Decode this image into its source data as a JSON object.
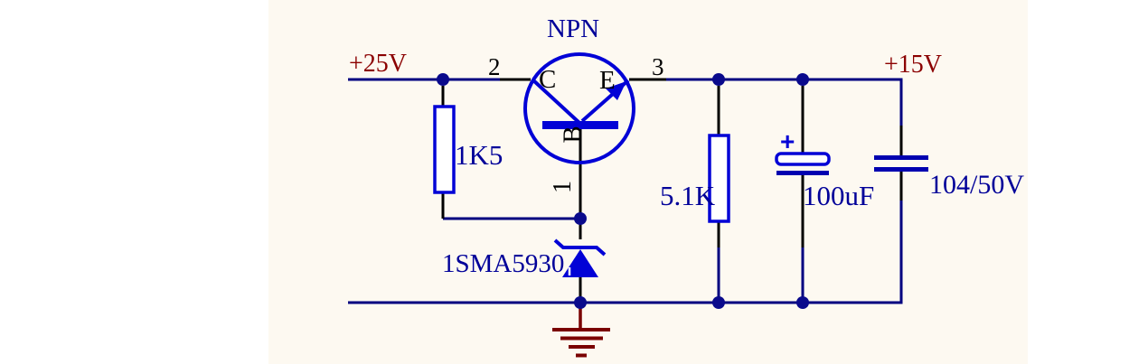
{
  "colors": {
    "sheet_background": "#FDF9F1",
    "wire": "#000080",
    "component": "#0202D6",
    "capacitor_plate": "#0101B0",
    "value_text": "#000099",
    "power_text": "#8B0000",
    "pin_text": "#000000",
    "ground": "#7A0000"
  },
  "power_rails": {
    "input": "+25V",
    "output": "+15V"
  },
  "transistor": {
    "type_label": "NPN",
    "terminal_collector": "C",
    "terminal_emitter": "E",
    "terminal_base": "B",
    "pin_collector": "2",
    "pin_emitter": "3",
    "pin_base": "1"
  },
  "resistor_r1": {
    "value": "1K5"
  },
  "resistor_r2": {
    "value": "5.1K"
  },
  "capacitor_c1": {
    "value": "100uF",
    "polarity": "+"
  },
  "capacitor_c2": {
    "value": "104/50V"
  },
  "diode_d1": {
    "part_number": "1SMA5930"
  }
}
